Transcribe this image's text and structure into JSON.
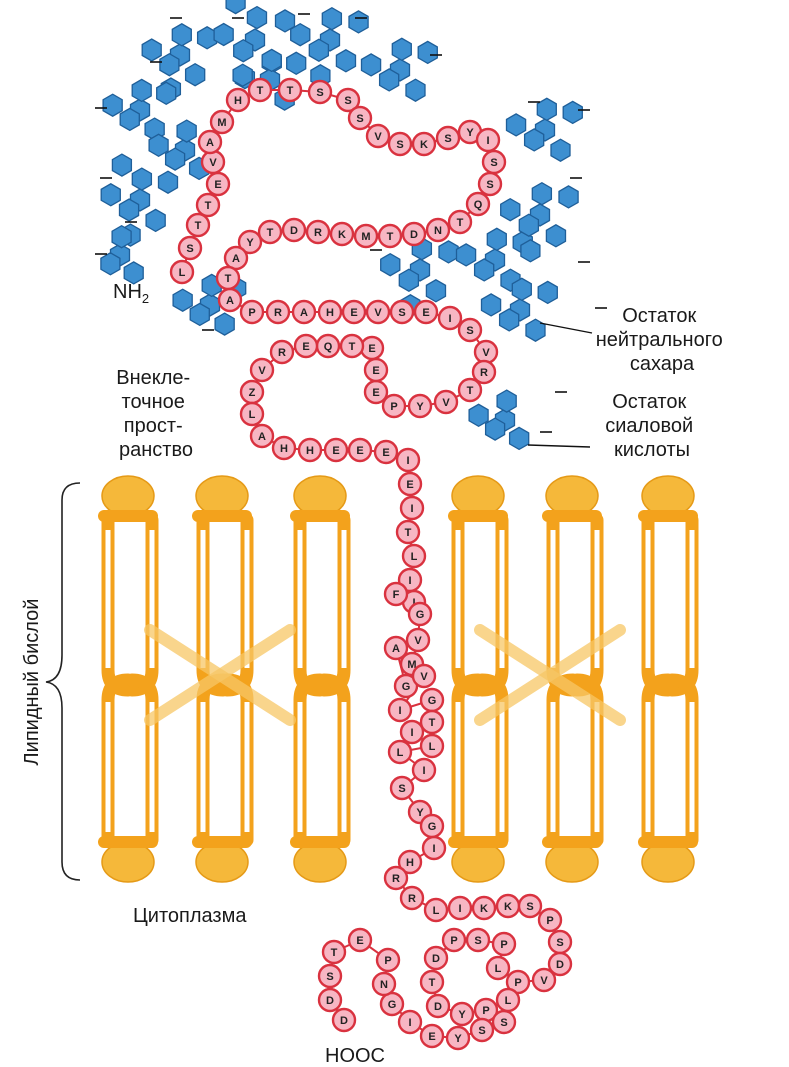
{
  "labels": {
    "nh2": "NH",
    "nh2_sub": "2",
    "cooh": "HOOC",
    "neutral_sugar": [
      "Остаток",
      "нейтрального",
      "сахара"
    ],
    "sialic_acid": [
      "Остаток",
      "сиаловой",
      "кислоты"
    ],
    "extracellular": [
      "Внекле-",
      "точное",
      "прост-",
      "ранство"
    ],
    "cytoplasm": "Цитоплазма",
    "bilayer": "Липидный бислой"
  },
  "colors": {
    "bead_fill": "#f7b6c3",
    "bead_stroke": "#d9323f",
    "sugar_hex": "#3d8fd0",
    "lipid": "#f3a21c",
    "lipid_head": "#f5b83a"
  },
  "chain": [
    {
      "l": "L"
    },
    {
      "l": "S"
    },
    {
      "l": "T"
    },
    {
      "l": "T"
    },
    {
      "l": "E"
    },
    {
      "l": "V"
    },
    {
      "l": "A"
    },
    {
      "l": "M"
    },
    {
      "l": "H"
    },
    {
      "l": "T"
    },
    {
      "l": "T"
    },
    {
      "l": "S"
    },
    {
      "l": "S"
    },
    {
      "l": "S"
    },
    {
      "l": "V"
    },
    {
      "l": "S"
    },
    {
      "l": "K"
    },
    {
      "l": "S"
    },
    {
      "l": "Y"
    },
    {
      "l": "I"
    },
    {
      "l": "S"
    },
    {
      "l": "S"
    },
    {
      "l": "Q"
    },
    {
      "l": "T"
    },
    {
      "l": "N"
    },
    {
      "l": "D"
    },
    {
      "l": "T"
    },
    {
      "l": "M"
    },
    {
      "l": "K"
    },
    {
      "l": "R"
    },
    {
      "l": "D"
    },
    {
      "l": "T"
    },
    {
      "l": "Y"
    },
    {
      "l": "A"
    },
    {
      "l": "T"
    },
    {
      "l": "A"
    },
    {
      "l": "P"
    },
    {
      "l": "R"
    },
    {
      "l": "A"
    },
    {
      "l": "H"
    },
    {
      "l": "E"
    },
    {
      "l": "V"
    },
    {
      "l": "S"
    },
    {
      "l": "E"
    },
    {
      "l": "I"
    },
    {
      "l": "S"
    },
    {
      "l": "V"
    },
    {
      "l": "R"
    },
    {
      "l": "T"
    },
    {
      "l": "V"
    },
    {
      "l": "Y"
    },
    {
      "l": "P"
    },
    {
      "l": "E"
    },
    {
      "l": "E"
    },
    {
      "l": "E"
    },
    {
      "l": "T"
    },
    {
      "l": "Q"
    },
    {
      "l": "E"
    },
    {
      "l": "R"
    },
    {
      "l": "V"
    },
    {
      "l": "Z"
    },
    {
      "l": "L"
    },
    {
      "l": "A"
    },
    {
      "l": "H"
    },
    {
      "l": "H"
    },
    {
      "l": "E"
    },
    {
      "l": "E"
    },
    {
      "l": "E"
    },
    {
      "l": "I"
    },
    {
      "l": "E"
    },
    {
      "l": "I"
    },
    {
      "l": "T"
    },
    {
      "l": "L"
    },
    {
      "l": "I"
    },
    {
      "l": "I"
    },
    {
      "l": "F"
    },
    {
      "l": "G"
    },
    {
      "l": "V"
    },
    {
      "l": "M"
    },
    {
      "l": "A"
    },
    {
      "l": "G"
    },
    {
      "l": "V"
    },
    {
      "l": "I"
    },
    {
      "l": "G"
    },
    {
      "l": "T"
    },
    {
      "l": "I"
    },
    {
      "l": "L"
    },
    {
      "l": "L"
    },
    {
      "l": "I"
    },
    {
      "l": "S"
    },
    {
      "l": "Y"
    },
    {
      "l": "G"
    },
    {
      "l": "I"
    },
    {
      "l": "H"
    },
    {
      "l": "R"
    },
    {
      "l": "R"
    },
    {
      "l": "L"
    },
    {
      "l": "I"
    },
    {
      "l": "K"
    },
    {
      "l": "K"
    },
    {
      "l": "S"
    },
    {
      "l": "P"
    },
    {
      "l": "S"
    },
    {
      "l": "D"
    },
    {
      "l": "V"
    },
    {
      "l": "P"
    },
    {
      "l": "L"
    },
    {
      "l": "P"
    },
    {
      "l": "S"
    },
    {
      "l": "P"
    },
    {
      "l": "D"
    },
    {
      "l": "T"
    },
    {
      "l": "D"
    },
    {
      "l": "Y"
    },
    {
      "l": "P"
    },
    {
      "l": "L"
    },
    {
      "l": "S"
    },
    {
      "l": "S"
    },
    {
      "l": "Y"
    },
    {
      "l": "E"
    },
    {
      "l": "I"
    },
    {
      "l": "G"
    },
    {
      "l": "N"
    },
    {
      "l": "P"
    },
    {
      "l": "E"
    },
    {
      "l": "T"
    },
    {
      "l": "S"
    },
    {
      "l": "D"
    },
    {
      "l": "D"
    }
  ]
}
